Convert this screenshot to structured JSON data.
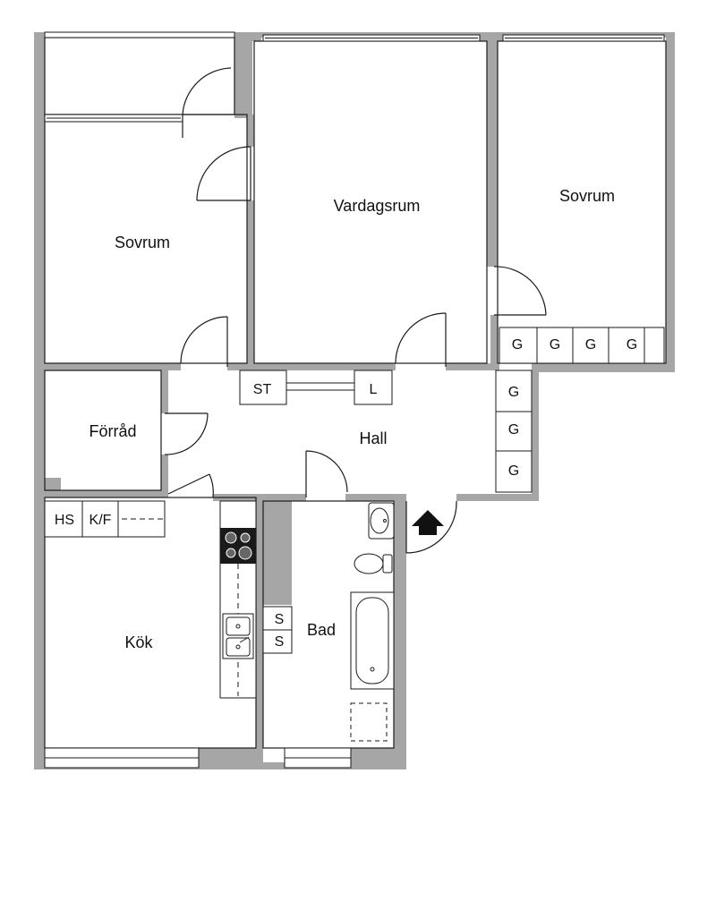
{
  "rooms": {
    "sovrum_left": "Sovrum",
    "vardagsrum": "Vardagsrum",
    "sovrum_right": "Sovrum",
    "forrad": "Förråd",
    "hall": "Hall",
    "kok": "Kök",
    "bad": "Bad"
  },
  "fixtures": {
    "st": "ST",
    "l": "L",
    "hs": "HS",
    "kf": "K/F",
    "shaft": "S",
    "wardrobe": "G"
  },
  "colors": {
    "wall": "#a6a6a6",
    "line": "#1a1a1a",
    "background": "#ffffff"
  },
  "icons": {
    "entrance": "entrance-arrow-icon",
    "stove": "stove-icon",
    "sink": "sink-icon",
    "washbasin": "washbasin-icon",
    "toilet": "toilet-icon",
    "bathtub": "bathtub-icon",
    "shower": "shower-area-icon"
  }
}
